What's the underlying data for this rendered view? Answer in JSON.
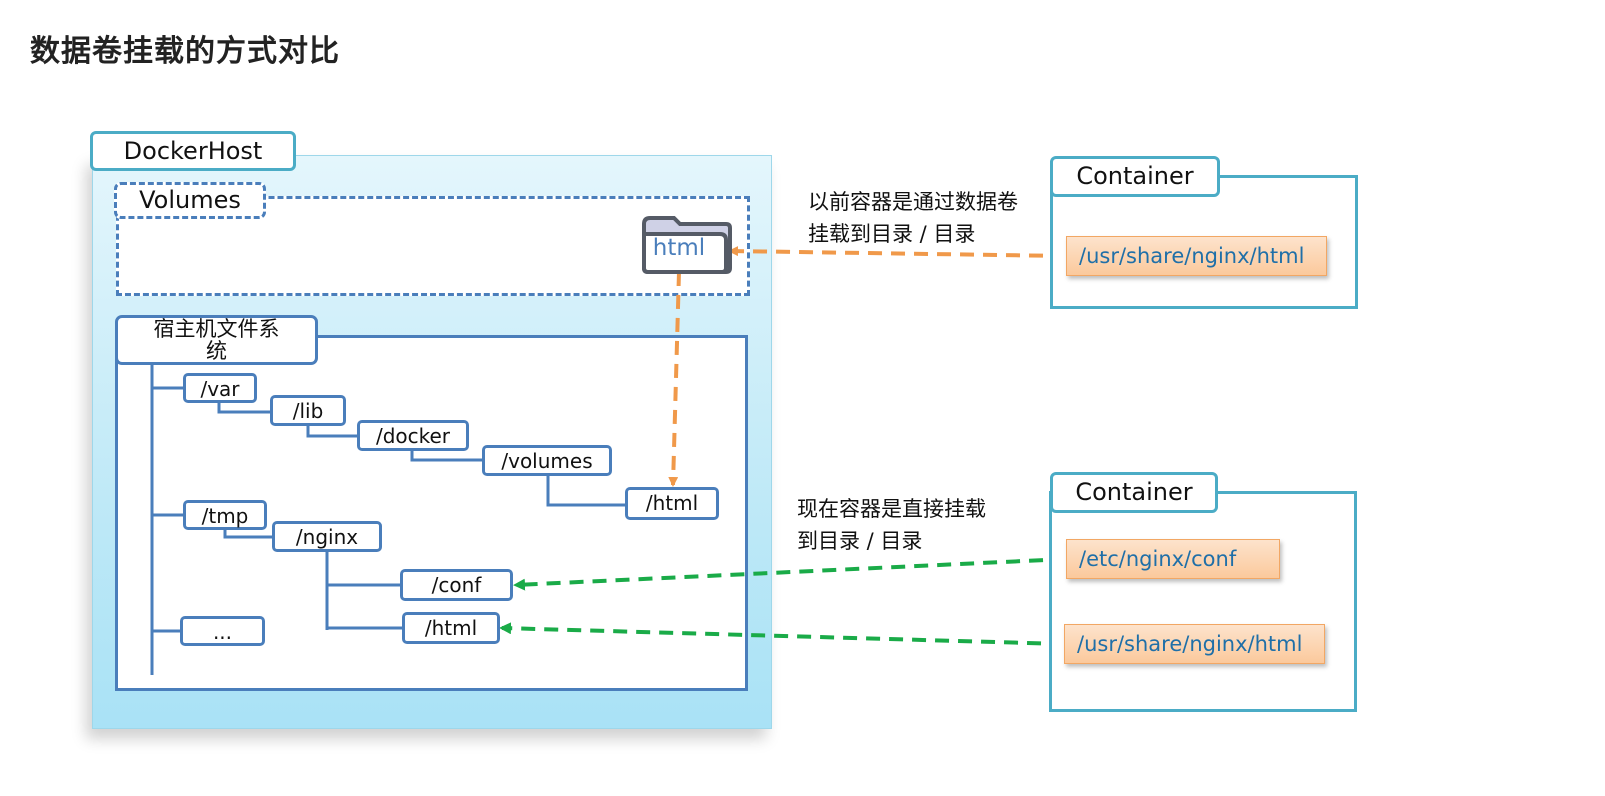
{
  "page_title": "数据卷挂载的方式对比",
  "docker_host": {
    "label": "DockerHost",
    "volumes": {
      "label": "Volumes",
      "folder_label": "html",
      "folder_icon": "folder-icon"
    },
    "host_fs": {
      "label_line1": "宿主机文件系",
      "label_line2": "统",
      "nodes": {
        "var": "/var",
        "lib": "/lib",
        "docker": "/docker",
        "volumes": "/volumes",
        "volumes_html": "/html",
        "tmp": "/tmp",
        "nginx": "/nginx",
        "conf": "/conf",
        "nginx_html": "/html",
        "more": "..."
      }
    }
  },
  "containers": [
    {
      "label": "Container",
      "paths": [
        "/usr/share/nginx/html"
      ]
    },
    {
      "label": "Container",
      "paths": [
        "/etc/nginx/conf",
        "/usr/share/nginx/html"
      ]
    }
  ],
  "notes": {
    "before_line1": "以前容器是通过数据卷",
    "before_line2": "挂载到目录 / 目录",
    "now_line1": "现在容器是直接挂载",
    "now_line2": "到目录 / 目录"
  },
  "colors": {
    "tree_blue": "#4a7ebb",
    "container_teal": "#4bacc6",
    "before_arrow": "#f0994a",
    "now_arrow": "#1aab48",
    "path_text": "#1f6fa8"
  }
}
